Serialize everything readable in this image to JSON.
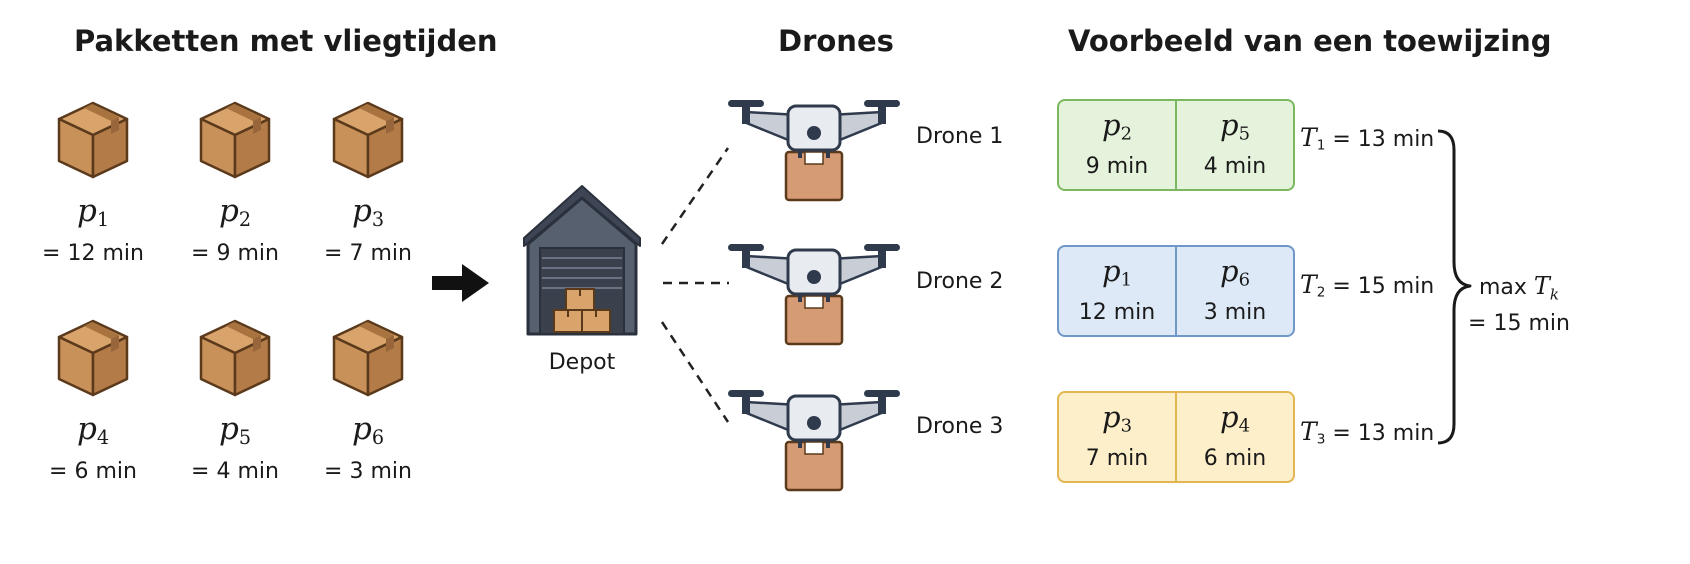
{
  "titles": {
    "packages": "Pakketten met vliegtijden",
    "drones": "Drones",
    "assignment": "Voorbeeld van een toewijzing"
  },
  "packages": [
    {
      "name": "p",
      "sub": "1",
      "time": "= 12 min"
    },
    {
      "name": "p",
      "sub": "2",
      "time": "= 9 min"
    },
    {
      "name": "p",
      "sub": "3",
      "time": "= 7 min"
    },
    {
      "name": "p",
      "sub": "4",
      "time": "= 6 min"
    },
    {
      "name": "p",
      "sub": "5",
      "time": "= 4 min"
    },
    {
      "name": "p",
      "sub": "6",
      "time": "= 3 min"
    }
  ],
  "depot": {
    "label": "Depot"
  },
  "drones": [
    {
      "label": "Drone 1"
    },
    {
      "label": "Drone 2"
    },
    {
      "label": "Drone 3"
    }
  ],
  "assignments": [
    {
      "cells": [
        {
          "name": "p",
          "sub": "2",
          "time": "9 min"
        },
        {
          "name": "p",
          "sub": "5",
          "time": "4 min"
        }
      ],
      "total": {
        "var": "T",
        "sub": "1",
        "value": " = 13 min"
      },
      "fill": "#e6f3dc",
      "border": "#7cb85f"
    },
    {
      "cells": [
        {
          "name": "p",
          "sub": "1",
          "time": "12 min"
        },
        {
          "name": "p",
          "sub": "6",
          "time": "3 min"
        }
      ],
      "total": {
        "var": "T",
        "sub": "2",
        "value": " = 15 min"
      },
      "fill": "#dde9f7",
      "border": "#6f98c9"
    },
    {
      "cells": [
        {
          "name": "p",
          "sub": "3",
          "time": "7 min"
        },
        {
          "name": "p",
          "sub": "4",
          "time": "6 min"
        }
      ],
      "total": {
        "var": "T",
        "sub": "3",
        "value": " = 13 min"
      },
      "fill": "#fdefc9",
      "border": "#e3b553"
    }
  ],
  "max": {
    "prefix": "max ",
    "var": "T",
    "sub": "k",
    "value": "= 15 min"
  },
  "colors": {
    "box": "#c8915a",
    "box_dark": "#5b3a1c",
    "tape": "#a8733f",
    "depot": "#56606f",
    "drone": "#2f3a4d",
    "arrow": "#111111"
  }
}
